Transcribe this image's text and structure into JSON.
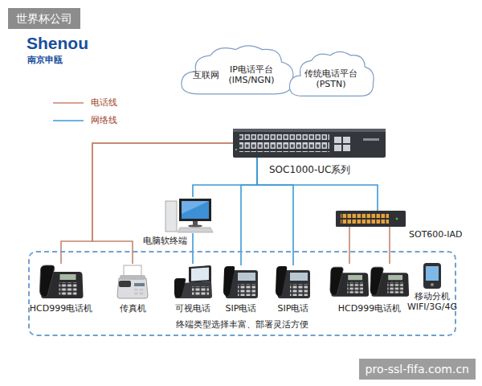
{
  "diagram": {
    "nodes": [
      {
        "text": [
          "互联网",
          "IP电话平台 (IMS/NGN)"
        ]
      },
      {
        "text": [
          "传统电话平台 (PSTN)"
        ]
      },
      {
        "text": [
          "SOC1000-UC系列"
        ]
      },
      {
        "text": [
          "电脑软终端"
        ]
      },
      {
        "text": [
          "SOT600-IAD"
        ]
      },
      {
        "text": [
          "终端类型选择丰富、部署灵活方便"
        ]
      },
      {
        "text": [
          "HCD999电话机"
        ],
        "in": 5
      },
      {
        "text": [
          "传真机"
        ],
        "in": 5
      },
      {
        "text": [
          "可视电话"
        ],
        "in": 5
      },
      {
        "text": [
          "SIP电话"
        ],
        "in": 5
      },
      {
        "text": [
          "SIP电话"
        ],
        "in": 5
      },
      {
        "text": [
          "HCD999电话机"
        ],
        "in": 5
      },
      {
        "text": [
          "移动分机 WIFI/3G/4G"
        ],
        "in": 5
      }
    ],
    "edges": [
      {
        "from": 2,
        "to": 6,
        "arrow": "none"
      },
      {
        "from": 2,
        "to": 7,
        "arrow": "none"
      },
      {
        "from": 2,
        "to": 3,
        "arrow": "none"
      },
      {
        "from": 3,
        "to": 8,
        "arrow": "none"
      },
      {
        "from": 2,
        "to": 9,
        "arrow": "none"
      },
      {
        "from": 2,
        "to": 10,
        "arrow": "none"
      },
      {
        "from": 2,
        "to": 4,
        "arrow": "none"
      },
      {
        "from": 4,
        "to": 11,
        "arrow": "none"
      }
    ],
    "labels": [
      "世界杯公司",
      "Shenou",
      "南京申瓯",
      "pro-ssl-fifa.com.cn"
    ],
    "legend": [
      {
        "text": "电话线"
      },
      {
        "text": "网络线"
      }
    ]
  }
}
